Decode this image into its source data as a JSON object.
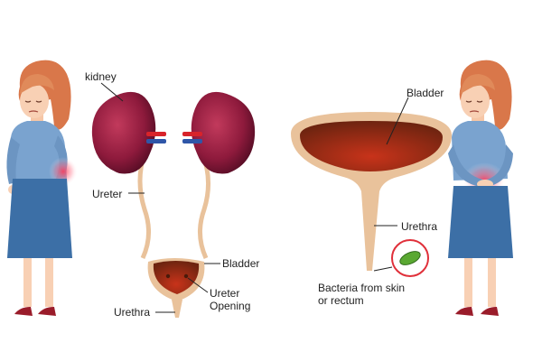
{
  "labels": {
    "kidney": "kidney",
    "ureter": "Ureter",
    "bladder_left": "Bladder",
    "ureter_opening": "Ureter Opening",
    "urethra_left": "Urethra",
    "bladder_right": "Bladder",
    "urethra_right": "Urethra",
    "bacteria": "Bacteria from skin or rectum"
  },
  "colors": {
    "kidney": "#8e1a3c",
    "ureter_tube": "#e9c29b",
    "bladder_interior": "#b8361a",
    "artery": "#d8232a",
    "vein": "#2f56a8",
    "pain_glow": "#f0506e",
    "bacteria_circle": "#e0303a",
    "bacteria": "#5aa832",
    "hair": "#d9774a",
    "shirt": "#7aa3cf",
    "skirt": "#3c6fa6"
  }
}
